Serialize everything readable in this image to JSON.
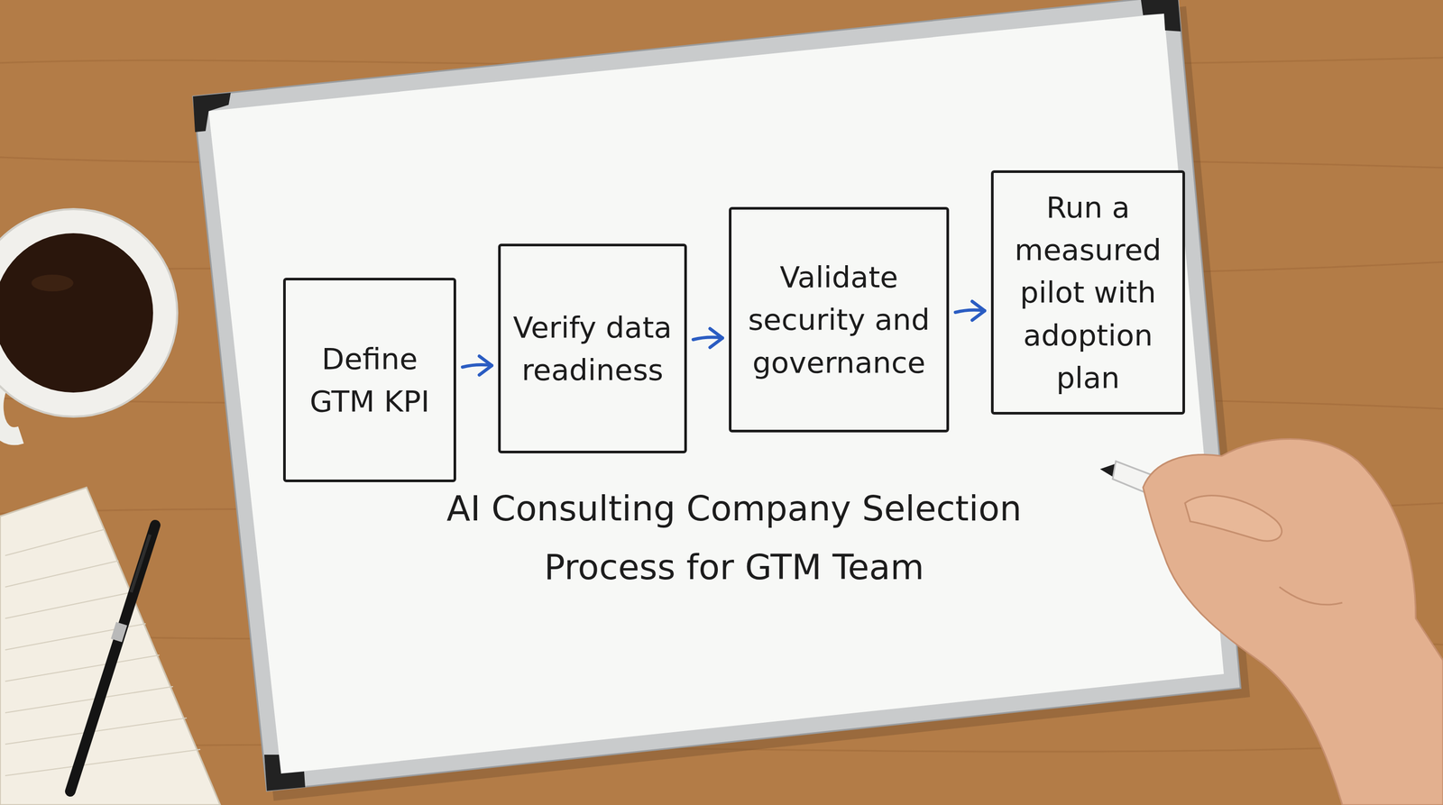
{
  "diagram": {
    "title": "AI Consulting Company Selection Process for GTM Team",
    "nodes": [
      {
        "text": [
          "Define GTM KPI"
        ]
      },
      {
        "text": [
          "Verify data readiness"
        ]
      },
      {
        "text": [
          "Validate security and governance"
        ]
      },
      {
        "text": [
          "Run a measured pilot with adoption plan"
        ]
      }
    ],
    "edges": [
      {
        "from": 0,
        "to": 1,
        "arrow": "to"
      },
      {
        "from": 1,
        "to": 2,
        "arrow": "to"
      },
      {
        "from": 2,
        "to": 3,
        "arrow": "to"
      }
    ]
  }
}
